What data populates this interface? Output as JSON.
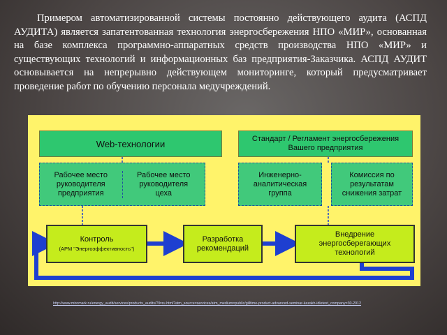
{
  "paragraph": "Примером автоматизированной системы постоянно действующего аудита (АСПД АУДИТА) является запатентованная технология энергосбережения НПО «МИР», основанная на базе комплекса программно-аппаратных средств производства НПО «МИР» и существующих технологий и информационных баз предприятия-Заказчика. АСПД АУДИТ основывается на непрерывно действующем мониторинге, который предусматривает проведение работ по обучению персонала медучреждений.",
  "diagram": {
    "web_tech": "Web-технологии",
    "standard_line1": "Стандарт / Регламент энергосбережения",
    "standard_line2": "Вашего предприятия",
    "manager_line1": "Рабочее место",
    "manager_line2": "руководителя",
    "manager_line3": "предприятия",
    "shop_line1": "Рабочее место",
    "shop_line2": "руководителя",
    "shop_line3": "цеха",
    "engineering_line1": "Инженерно-",
    "engineering_line2": "аналитическая",
    "engineering_line3": "группа",
    "commission_line1": "Комиссия по",
    "commission_line2": "результатам",
    "commission_line3": "снижения затрат",
    "control_title": "Контроль",
    "control_sub": "(АРМ \"Энергоэффективность\")",
    "develop_line1": "Разработка",
    "develop_line2": "рекомендаций",
    "impl_line1": "Внедрение",
    "impl_line2": "энергосберегающих",
    "impl_line3": "технологий"
  },
  "colors": {
    "panel": "#fff36a",
    "header_box": "#2ec76f",
    "action_box": "#c5ec1c",
    "arrow": "#1e3fd0"
  },
  "source_link": "http://www.miromark.ru/energy_audit/services/products_audits/?ll=ru.html?atm_source=services/atm_medium=public/gilltime-product-advanced-seminar-kazakh-idletest_company=30-2012"
}
